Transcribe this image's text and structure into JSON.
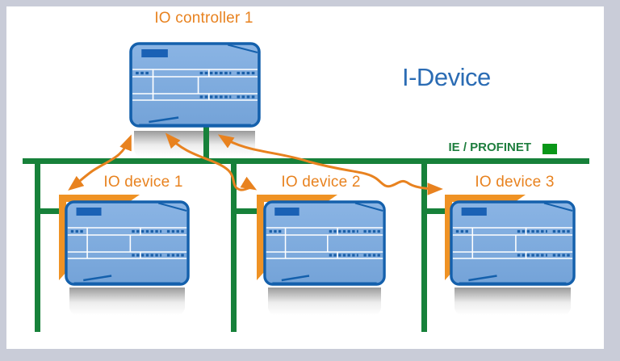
{
  "diagram": {
    "title": "I-Device",
    "network": {
      "label": "IE / PROFINET",
      "legend_color": "#0a9718",
      "line_color": "#17813a"
    },
    "controller": {
      "label": "IO controller 1"
    },
    "devices": [
      {
        "label": "IO device 1"
      },
      {
        "label": "IO device 2"
      },
      {
        "label": "IO device 3"
      }
    ],
    "connections": [
      {
        "from": "IO controller 1",
        "to": "IO device 1",
        "style": "double-headed orange arrow"
      },
      {
        "from": "IO controller 1",
        "to": "IO device 2",
        "style": "double-headed orange arrow"
      },
      {
        "from": "IO controller 1",
        "to": "IO device 3",
        "style": "double-headed orange arrow"
      }
    ],
    "colors": {
      "accent_orange": "#e8821f",
      "bracket_orange": "#ef9224",
      "plc_fill": "#7fabdf",
      "plc_border": "#1460ac",
      "title_blue": "#2b6cb4",
      "frame_gray": "#c9ccd8"
    }
  }
}
